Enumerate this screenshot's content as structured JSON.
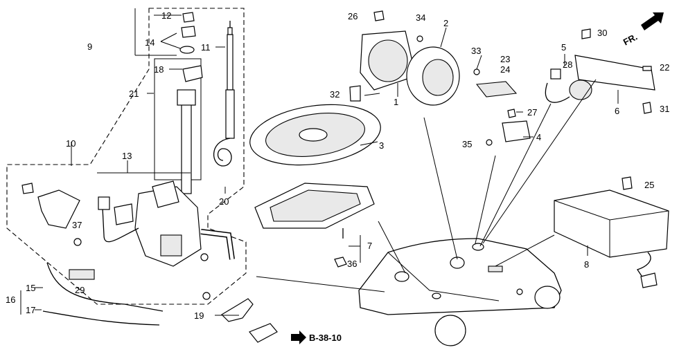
{
  "direction": {
    "label": "FR."
  },
  "reference": {
    "text": "B-38-10"
  },
  "callouts": [
    {
      "id": "c1",
      "label": "1"
    },
    {
      "id": "c2",
      "label": "2"
    },
    {
      "id": "c3",
      "label": "3"
    },
    {
      "id": "c4",
      "label": "4"
    },
    {
      "id": "c5",
      "label": "5"
    },
    {
      "id": "c6",
      "label": "6"
    },
    {
      "id": "c7",
      "label": "7"
    },
    {
      "id": "c8",
      "label": "8"
    },
    {
      "id": "c9",
      "label": "9"
    },
    {
      "id": "c10",
      "label": "10"
    },
    {
      "id": "c11",
      "label": "11"
    },
    {
      "id": "c12",
      "label": "12"
    },
    {
      "id": "c13",
      "label": "13"
    },
    {
      "id": "c14",
      "label": "14"
    },
    {
      "id": "c15",
      "label": "15"
    },
    {
      "id": "c16",
      "label": "16"
    },
    {
      "id": "c17",
      "label": "17"
    },
    {
      "id": "c18",
      "label": "18"
    },
    {
      "id": "c19",
      "label": "19"
    },
    {
      "id": "c20",
      "label": "20"
    },
    {
      "id": "c21",
      "label": "21"
    },
    {
      "id": "c22",
      "label": "22"
    },
    {
      "id": "c23",
      "label": "23"
    },
    {
      "id": "c24",
      "label": "24"
    },
    {
      "id": "c25",
      "label": "25"
    },
    {
      "id": "c26",
      "label": "26"
    },
    {
      "id": "c27",
      "label": "27"
    },
    {
      "id": "c28",
      "label": "28"
    },
    {
      "id": "c29",
      "label": "29"
    },
    {
      "id": "c30",
      "label": "30"
    },
    {
      "id": "c31",
      "label": "31"
    },
    {
      "id": "c32",
      "label": "32"
    },
    {
      "id": "c33",
      "label": "33"
    },
    {
      "id": "c34",
      "label": "34"
    },
    {
      "id": "c35",
      "label": "35"
    },
    {
      "id": "c36",
      "label": "36"
    },
    {
      "id": "c37",
      "label": "37"
    }
  ]
}
